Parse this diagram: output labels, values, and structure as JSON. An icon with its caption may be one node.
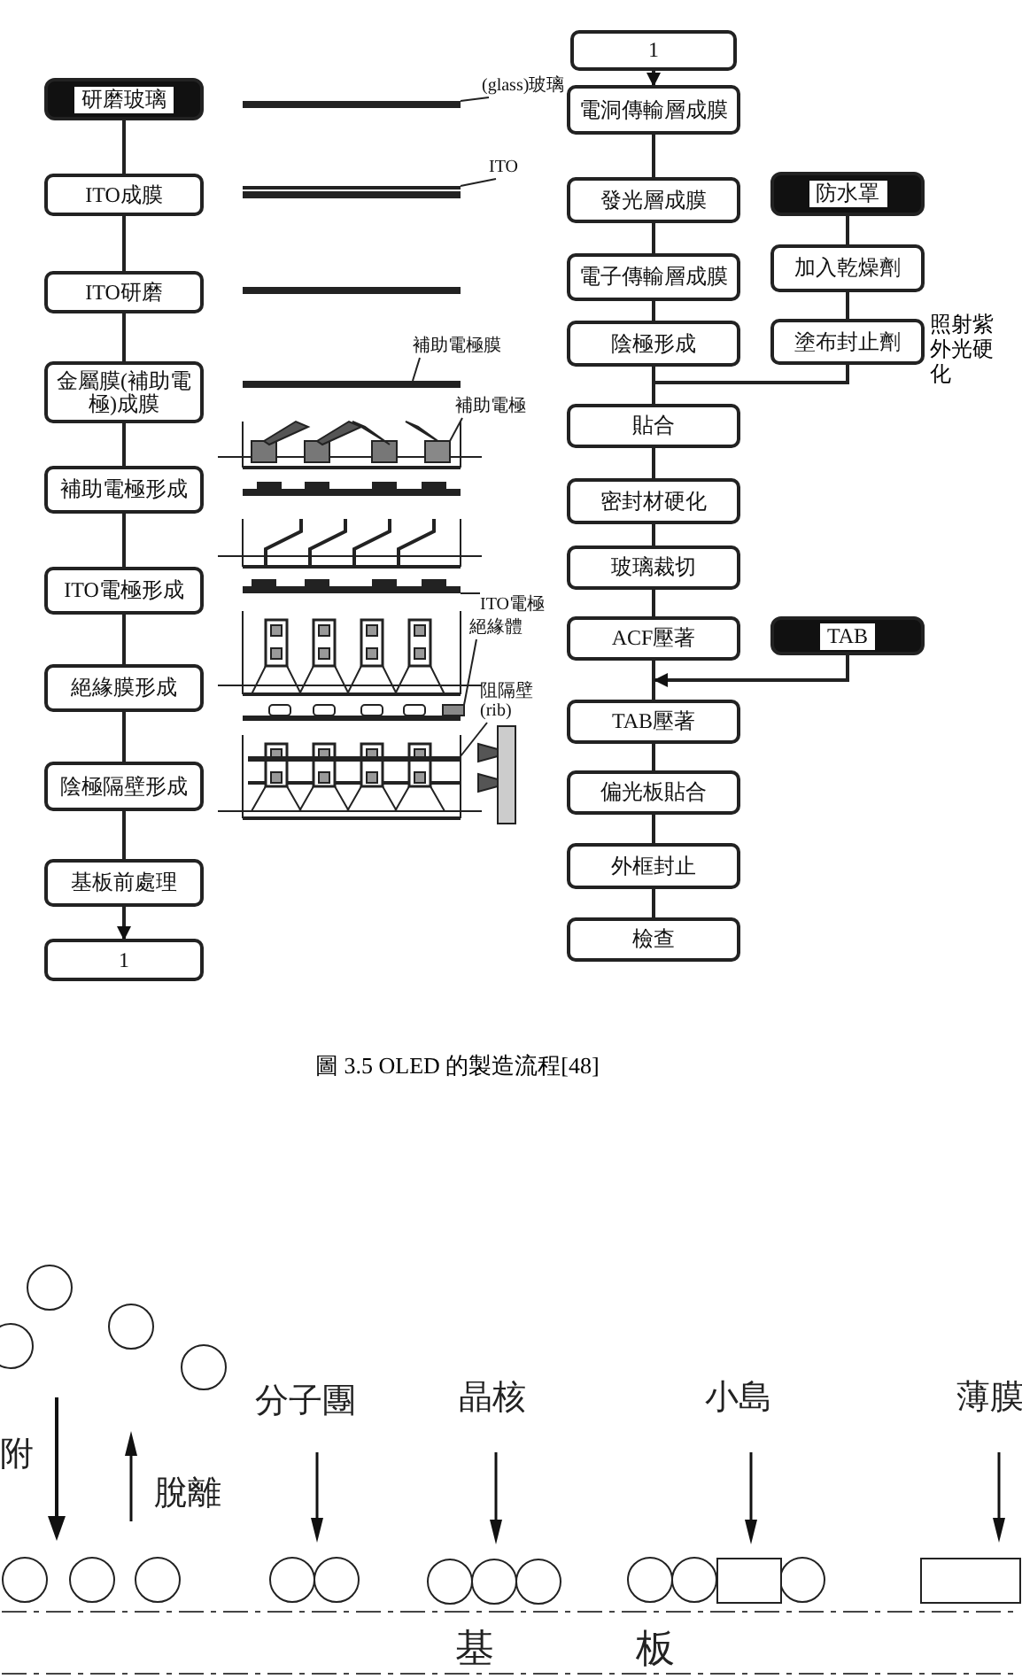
{
  "diagram": {
    "caption": "圖 3.5 OLED 的製造流程[48]",
    "nodes": [
      {
        "text": [
          "研磨玻璃"
        ]
      },
      {
        "text": [
          "ITO成膜"
        ]
      },
      {
        "text": [
          "ITO研磨"
        ]
      },
      {
        "text": [
          "金屬膜(補助電極)成膜"
        ]
      },
      {
        "text": [
          "補助電極形成"
        ]
      },
      {
        "text": [
          "ITO電極形成"
        ]
      },
      {
        "text": [
          "絕緣膜形成"
        ]
      },
      {
        "text": [
          "陰極隔壁形成"
        ]
      },
      {
        "text": [
          "基板前處理"
        ]
      },
      {
        "text": [
          "1"
        ]
      },
      {
        "text": [
          "1"
        ]
      },
      {
        "text": [
          "電洞傳輸層成膜"
        ]
      },
      {
        "text": [
          "發光層成膜"
        ]
      },
      {
        "text": [
          "電子傳輸層成膜"
        ]
      },
      {
        "text": [
          "陰極形成"
        ]
      },
      {
        "text": [
          "貼合"
        ]
      },
      {
        "text": [
          "密封材硬化"
        ]
      },
      {
        "text": [
          "玻璃裁切"
        ]
      },
      {
        "text": [
          "ACF壓著"
        ]
      },
      {
        "text": [
          "TAB壓著"
        ]
      },
      {
        "text": [
          "偏光板貼合"
        ]
      },
      {
        "text": [
          "外框封止"
        ]
      },
      {
        "text": [
          "檢查"
        ]
      },
      {
        "text": [
          "防水罩"
        ]
      },
      {
        "text": [
          "加入乾燥劑"
        ]
      },
      {
        "text": [
          "塗布封止劑"
        ],
        "beside": [
          "照射紫外光硬化"
        ]
      },
      {
        "text": [
          "TAB"
        ]
      },
      {
        "text": [
          "(glass)玻璃"
        ]
      },
      {
        "text": [
          "ITO"
        ]
      },
      {
        "text": [
          "補助電極膜"
        ]
      },
      {
        "text": [
          "補助電極"
        ]
      },
      {
        "text": [
          "ITO電極"
        ]
      },
      {
        "text": [
          "絕緣體"
        ]
      },
      {
        "text": [
          "阻隔壁 (rib)"
        ]
      },
      {
        "text": [],
        "shape": "bar"
      },
      {
        "text": [],
        "shape": "bar"
      },
      {
        "text": [],
        "shape": "bar"
      },
      {
        "text": [],
        "shape": "box"
      },
      {
        "text": [],
        "shape": "bar"
      },
      {
        "text": [],
        "shape": "box"
      },
      {
        "text": [],
        "shape": "bar"
      }
    ],
    "edges": [
      {
        "from": 0,
        "to": 1,
        "arrow": "none"
      },
      {
        "from": 1,
        "to": 2,
        "arrow": "none"
      },
      {
        "from": 2,
        "to": 3,
        "arrow": "none"
      },
      {
        "from": 3,
        "to": 4,
        "arrow": "none"
      },
      {
        "from": 4,
        "to": 5,
        "arrow": "none"
      },
      {
        "from": 5,
        "to": 6,
        "arrow": "none"
      },
      {
        "from": 6,
        "to": 7,
        "arrow": "none"
      },
      {
        "from": 7,
        "to": 8,
        "arrow": "none"
      },
      {
        "from": 8,
        "to": 9,
        "arrow": "to"
      },
      {
        "from": 10,
        "to": 11,
        "arrow": "to"
      },
      {
        "from": 11,
        "to": 12,
        "arrow": "none"
      },
      {
        "from": 12,
        "to": 13,
        "arrow": "none"
      },
      {
        "from": 13,
        "to": 14,
        "arrow": "none"
      },
      {
        "from": 14,
        "to": 15,
        "arrow": "none"
      },
      {
        "from": 23,
        "to": 24,
        "arrow": "none"
      },
      {
        "from": 24,
        "to": 25,
        "arrow": "none"
      },
      {
        "from": 25,
        "to": 15,
        "arrow": "none"
      },
      {
        "from": 15,
        "to": 16,
        "arrow": "none"
      },
      {
        "from": 16,
        "to": 17,
        "arrow": "none"
      },
      {
        "from": 17,
        "to": 18,
        "arrow": "none"
      },
      {
        "from": 18,
        "to": 19,
        "arrow": "none"
      },
      {
        "from": 26,
        "to": 19,
        "arrow": "to"
      },
      {
        "from": 19,
        "to": 20,
        "arrow": "none"
      },
      {
        "from": 20,
        "to": 21,
        "arrow": "none"
      },
      {
        "from": 21,
        "to": 22,
        "arrow": "none"
      },
      {
        "from": 27,
        "to": 34,
        "arrow": "none"
      },
      {
        "from": 28,
        "to": 35,
        "arrow": "none"
      },
      {
        "from": 29,
        "to": 36,
        "arrow": "none"
      },
      {
        "from": 30,
        "to": 37,
        "arrow": "none"
      },
      {
        "from": 31,
        "to": 38,
        "arrow": "none"
      },
      {
        "from": 32,
        "to": 39,
        "arrow": "none"
      },
      {
        "from": 33,
        "to": 40,
        "arrow": "none"
      }
    ],
    "labels": [
      "附",
      "脫離",
      "分子團",
      "晶核",
      "小島",
      "薄膜",
      "基板"
    ]
  }
}
